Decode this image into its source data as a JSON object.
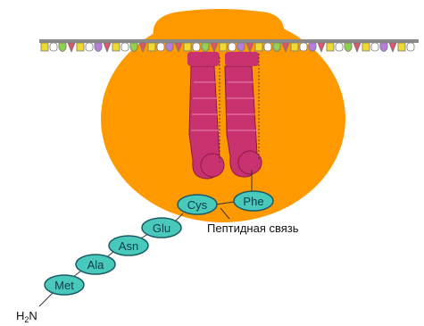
{
  "amino_acids": [
    "Cys",
    "Phe",
    "Glu",
    "Asn",
    "Ala",
    "Met"
  ],
  "peptide_bond_label": "Пептидная связь",
  "n_terminus_label": "H",
  "n_terminus_subscript": "2",
  "n_terminus_suffix": "N",
  "colors": {
    "ribosome": "#FF9900",
    "trna": "#C8326E",
    "amino_acid_fill": "#49C9BA",
    "mrna_outline": "#777777"
  }
}
